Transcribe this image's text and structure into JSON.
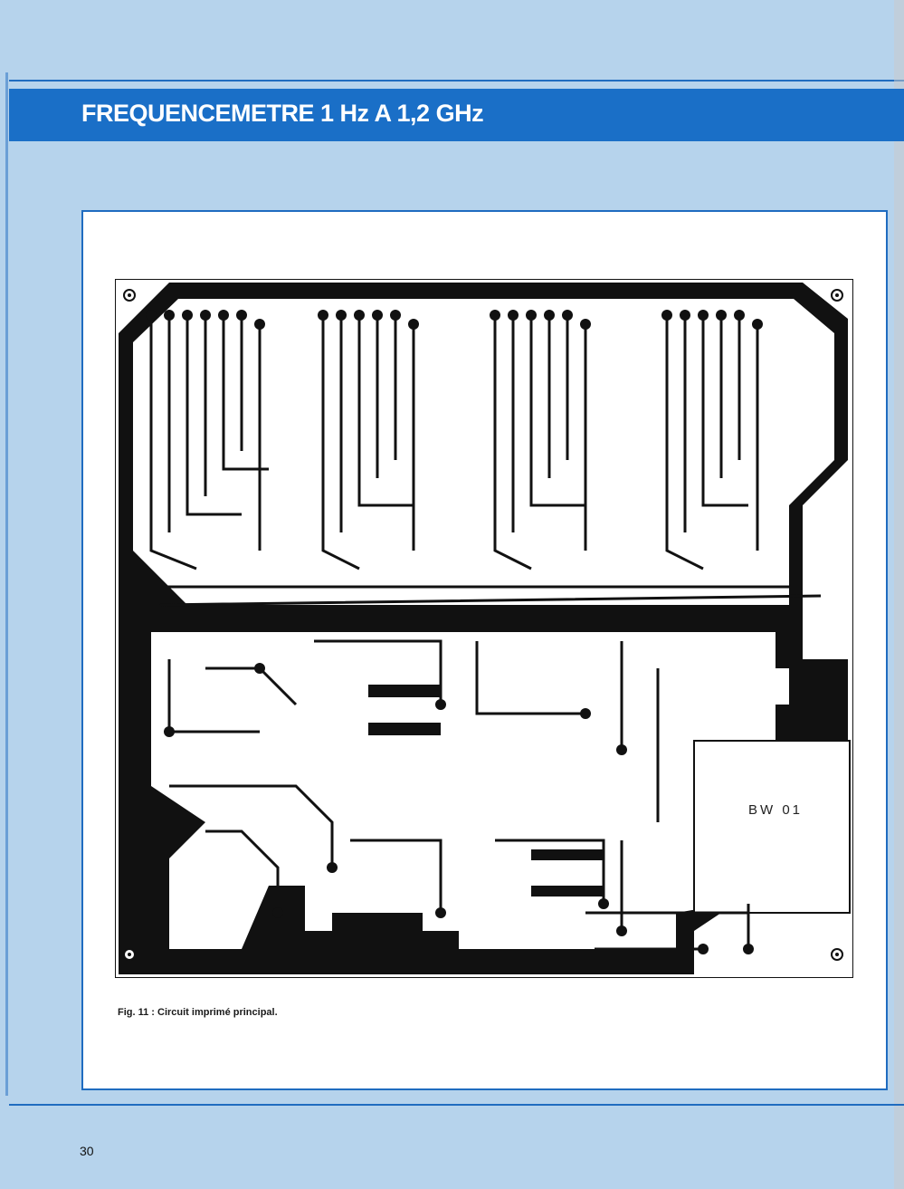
{
  "header": {
    "title": "FREQUENCEMETRE 1 Hz A 1,2 GHz"
  },
  "figure": {
    "caption": "Fig. 11 : Circuit imprimé principal.",
    "board_id": "BW 01"
  },
  "footer": {
    "page_number": "30"
  }
}
